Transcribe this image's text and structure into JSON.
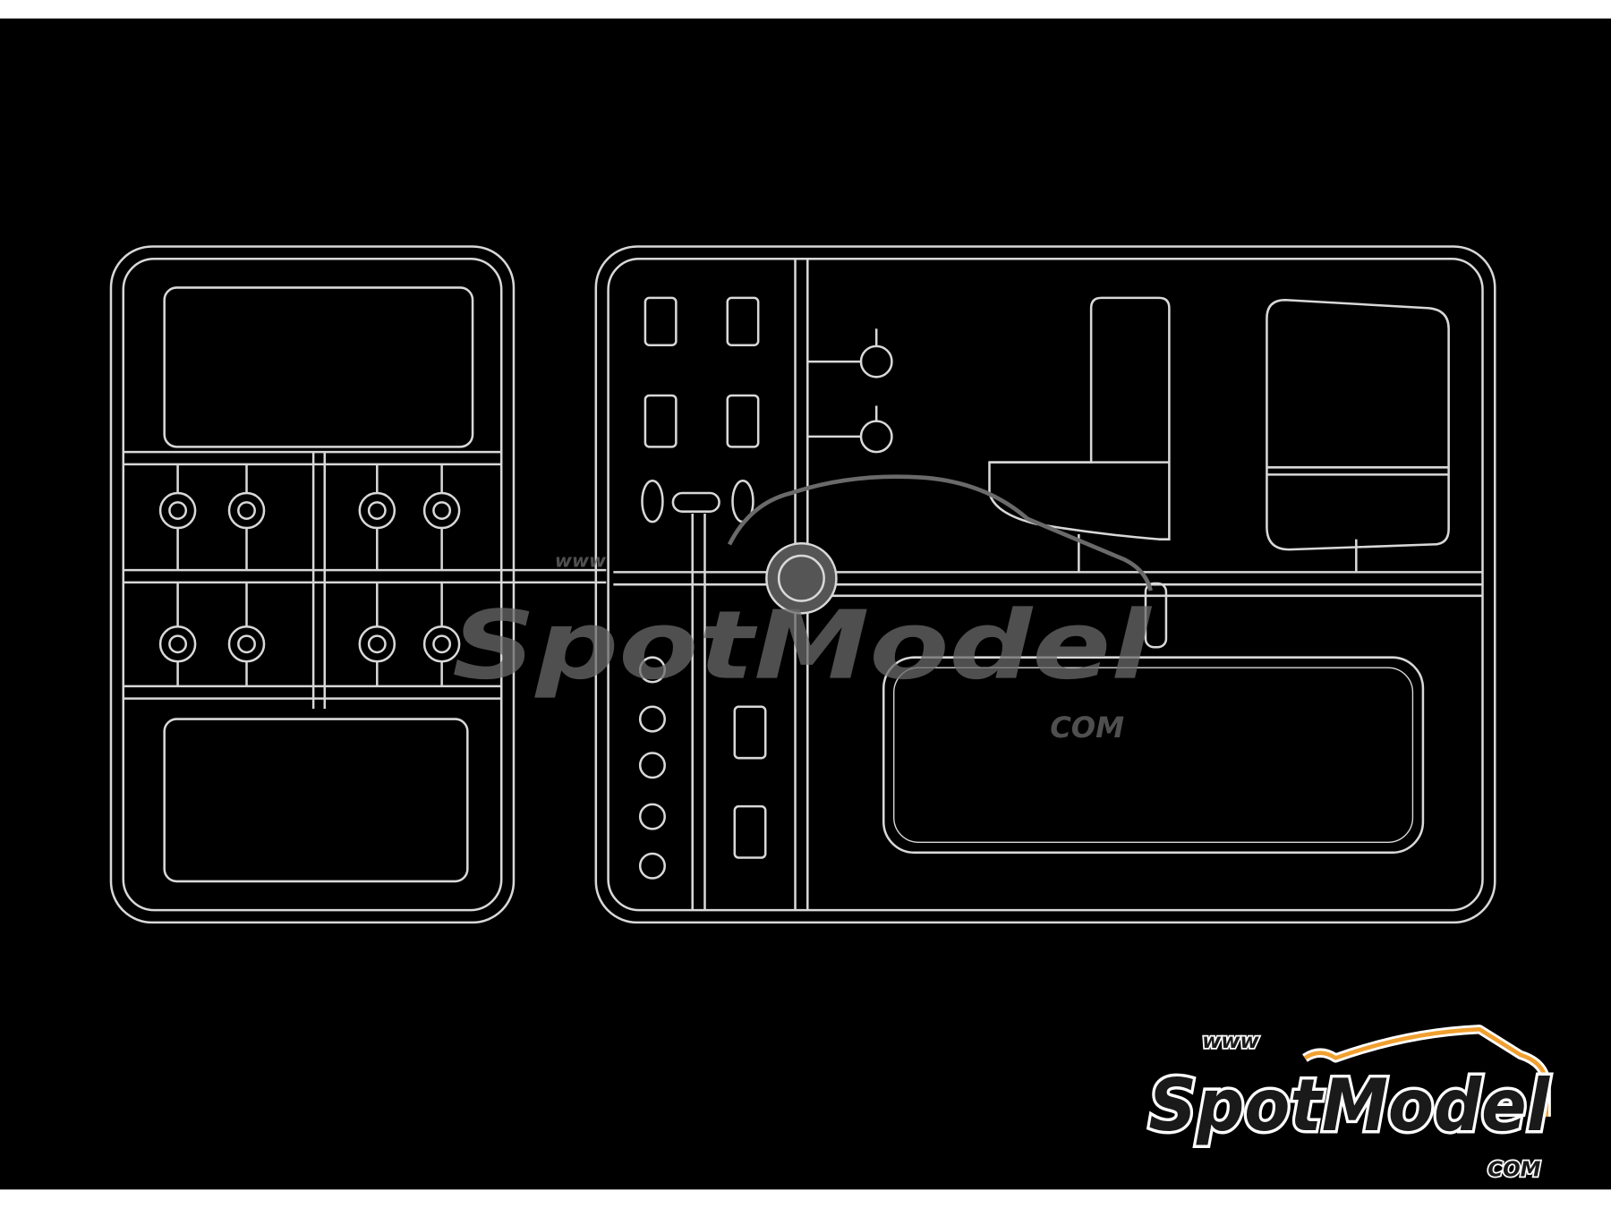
{
  "colors": {
    "background": "#000000",
    "border": "#ffffff",
    "sprue": "#d8d8d8",
    "watermark": "#6a6a6a",
    "logo_accent": "#f0a030",
    "logo_text": "#1a1a1a"
  },
  "watermark": {
    "prefix": "www",
    "brand": "SpotModel",
    "suffix": "COM"
  },
  "logo": {
    "prefix": "www",
    "brand": "SpotModel",
    "suffix": "COM"
  }
}
